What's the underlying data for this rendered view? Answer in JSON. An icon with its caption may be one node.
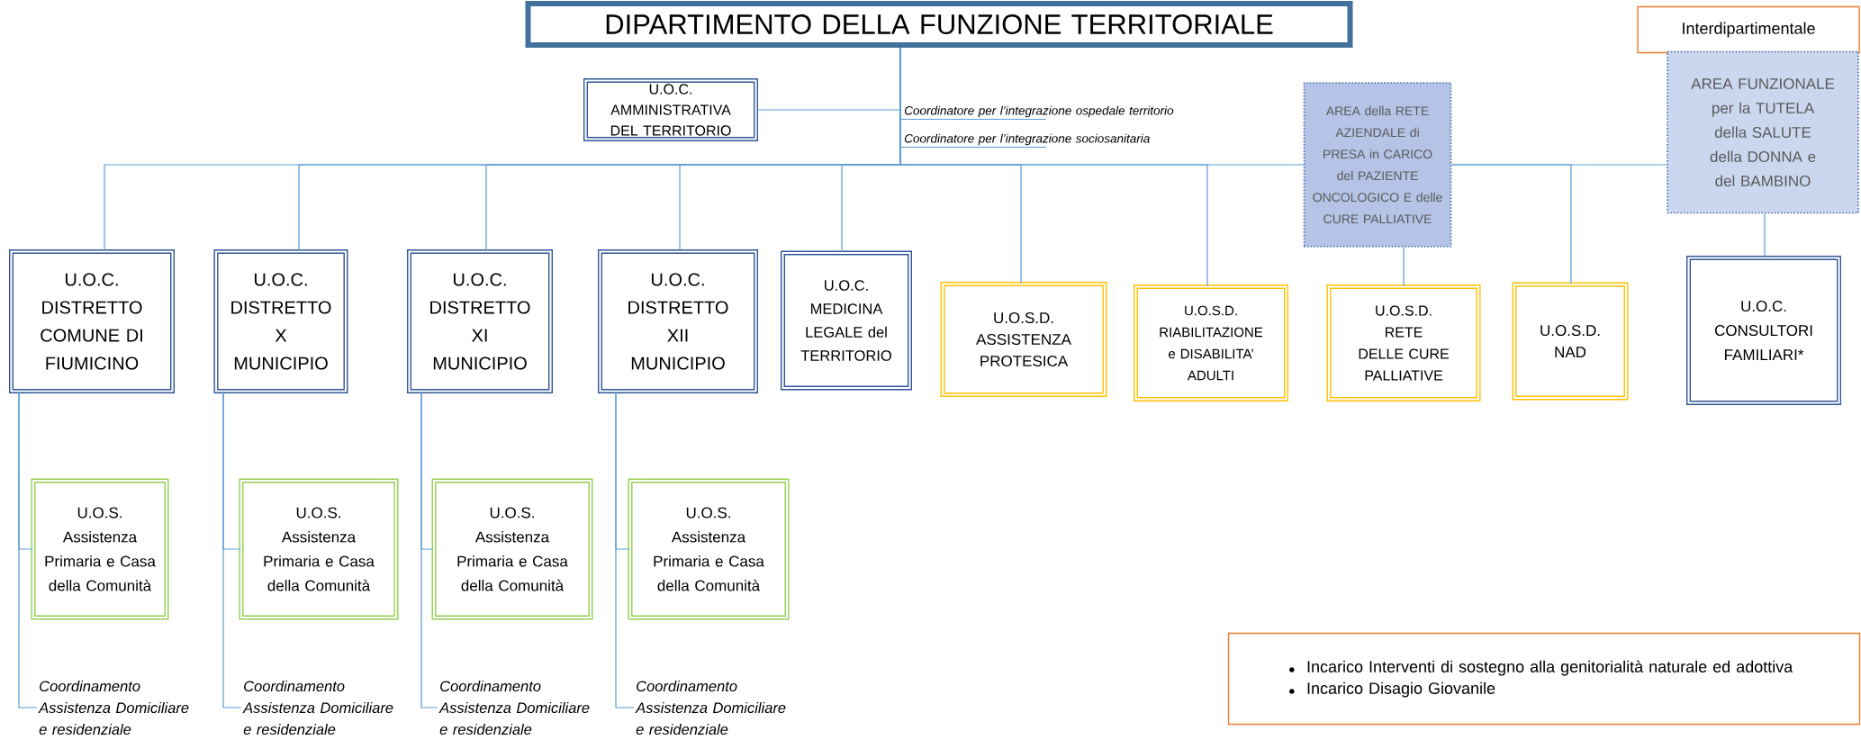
{
  "diagram": {
    "nodes": [
      {
        "text": [
          "DIPARTIMENTO DELLA FUNZIONE TERRITORIALE"
        ]
      },
      {
        "text": [
          "U.O.C. AMMINISTRATIVA DEL TERRITORIO"
        ]
      },
      {
        "text": [
          "Coordinatore per l’integrazione ospedale territorio"
        ]
      },
      {
        "text": [
          "Coordinatore per l’integrazione sociosanitaria"
        ]
      },
      {
        "text": [
          "Interdipartimentale"
        ]
      },
      {
        "text": [
          "AREA della RETE AZIENDALE di PRESA in CARICO del PAZIENTE ONCOLOGICO E delle CURE PALLIATIVE"
        ]
      },
      {
        "text": [
          "AREA FUNZIONALE per la TUTELA della SALUTE della DONNA e del BAMBINO"
        ]
      },
      {
        "text": [
          "U.O.C. DISTRETTO COMUNE DI FIUMICINO"
        ]
      },
      {
        "text": [
          "U.O.C. DISTRETTO X MUNICIPIO"
        ]
      },
      {
        "text": [
          "U.O.C. DISTRETTO XI MUNICIPIO"
        ]
      },
      {
        "text": [
          "U.O.C. DISTRETTO XII MUNICIPIO"
        ]
      },
      {
        "text": [
          "U.O.C. MEDICINA LEGALE del TERRITORIO"
        ]
      },
      {
        "text": [
          "U.O.S.D. ASSISTENZA PROTESICA"
        ]
      },
      {
        "text": [
          "U.O.S.D. RIABILITAZIONE e DISABILITA’ ADULTI"
        ]
      },
      {
        "text": [
          "U.O.S.D. RETE DELLE CURE PALLIATIVE"
        ]
      },
      {
        "text": [
          "U.O.S.D. NAD"
        ]
      },
      {
        "text": [
          "U.O.C. CONSULTORI FAMILIARI*"
        ]
      },
      {
        "text": [
          "U.O.S. Assistenza Primaria e Casa della Comunità"
        ]
      },
      {
        "text": [
          "U.O.S. Assistenza Primaria e Casa della Comunità"
        ]
      },
      {
        "text": [
          "U.O.S. Assistenza Primaria e Casa della Comunità"
        ]
      },
      {
        "text": [
          "U.O.S. Assistenza Primaria e Casa della Comunità"
        ]
      },
      {
        "text": [
          "Coordinamento Assistenza Domiciliare e residenziale"
        ]
      },
      {
        "text": [
          "Coordinamento Assistenza Domiciliare e residenziale"
        ]
      },
      {
        "text": [
          "Coordinamento Assistenza Domiciliare e residenziale"
        ]
      },
      {
        "text": [
          "Coordinamento Assistenza Domiciliare e residenziale"
        ]
      },
      {
        "text": [
          "Incarico Interventi di sostegno alla genitorialità naturale ed adottiva",
          "Incarico Disagio Giovanile"
        ]
      }
    ],
    "edges": [
      {
        "from": 0,
        "to": 1,
        "arrow": "none"
      },
      {
        "from": 0,
        "to": 2,
        "arrow": "none"
      },
      {
        "from": 0,
        "to": 3,
        "arrow": "none"
      },
      {
        "from": 0,
        "to": 7,
        "arrow": "none"
      },
      {
        "from": 0,
        "to": 8,
        "arrow": "none"
      },
      {
        "from": 0,
        "to": 9,
        "arrow": "none"
      },
      {
        "from": 0,
        "to": 10,
        "arrow": "none"
      },
      {
        "from": 0,
        "to": 11,
        "arrow": "none"
      },
      {
        "from": 0,
        "to": 12,
        "arrow": "none"
      },
      {
        "from": 0,
        "to": 13,
        "arrow": "none"
      },
      {
        "from": 0,
        "to": 5,
        "arrow": "none"
      },
      {
        "from": 5,
        "to": 14,
        "arrow": "none"
      },
      {
        "from": 5,
        "to": 15,
        "arrow": "none"
      },
      {
        "from": 5,
        "to": 6,
        "arrow": "none"
      },
      {
        "from": 6,
        "to": 16,
        "arrow": "none"
      },
      {
        "from": 7,
        "to": 17,
        "arrow": "none"
      },
      {
        "from": 7,
        "to": 21,
        "arrow": "none"
      },
      {
        "from": 8,
        "to": 18,
        "arrow": "none"
      },
      {
        "from": 8,
        "to": 22,
        "arrow": "none"
      },
      {
        "from": 9,
        "to": 19,
        "arrow": "none"
      },
      {
        "from": 9,
        "to": 23,
        "arrow": "none"
      },
      {
        "from": 10,
        "to": 20,
        "arrow": "none"
      },
      {
        "from": 10,
        "to": 24,
        "arrow": "none"
      }
    ]
  }
}
